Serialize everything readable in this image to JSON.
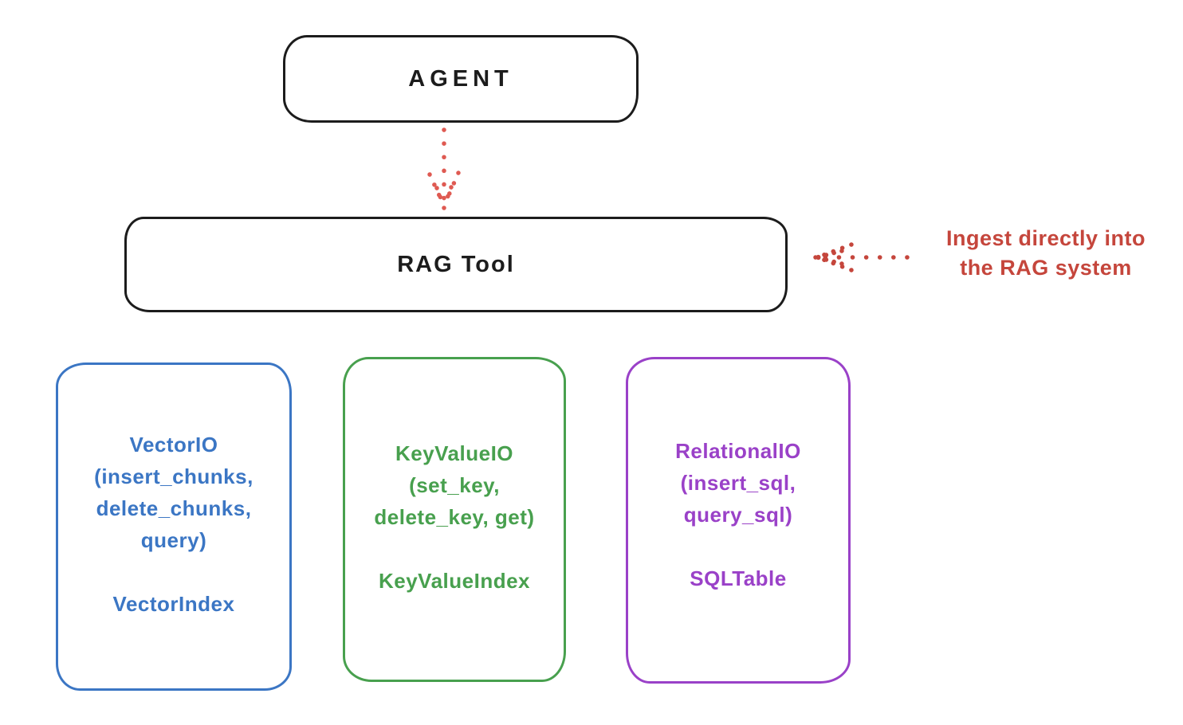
{
  "diagram": {
    "agent": {
      "label": "AGENT"
    },
    "rag_tool": {
      "label": "RAG Tool"
    },
    "annotation": {
      "line1": "Ingest directly into",
      "line2": "the RAG system",
      "color": "#c5463c"
    },
    "backends": [
      {
        "title": "VectorIO",
        "args": [
          "(insert_chunks,",
          "delete_chunks,",
          "query)"
        ],
        "index_class": "VectorIndex",
        "color": "#3b76c4"
      },
      {
        "title": "KeyValueIO",
        "args": [
          "(set_key,",
          "delete_key, get)"
        ],
        "index_class": "KeyValueIndex",
        "color": "#48a04e"
      },
      {
        "title": "RelationalIO",
        "args": [
          "(insert_sql,",
          "query_sql)"
        ],
        "index_class": "SQLTable",
        "color": "#9a41c8"
      }
    ],
    "colors": {
      "node_stroke": "#1c1c1c",
      "flow_arrow_red": "#df5a52",
      "background": "#ffffff"
    }
  }
}
